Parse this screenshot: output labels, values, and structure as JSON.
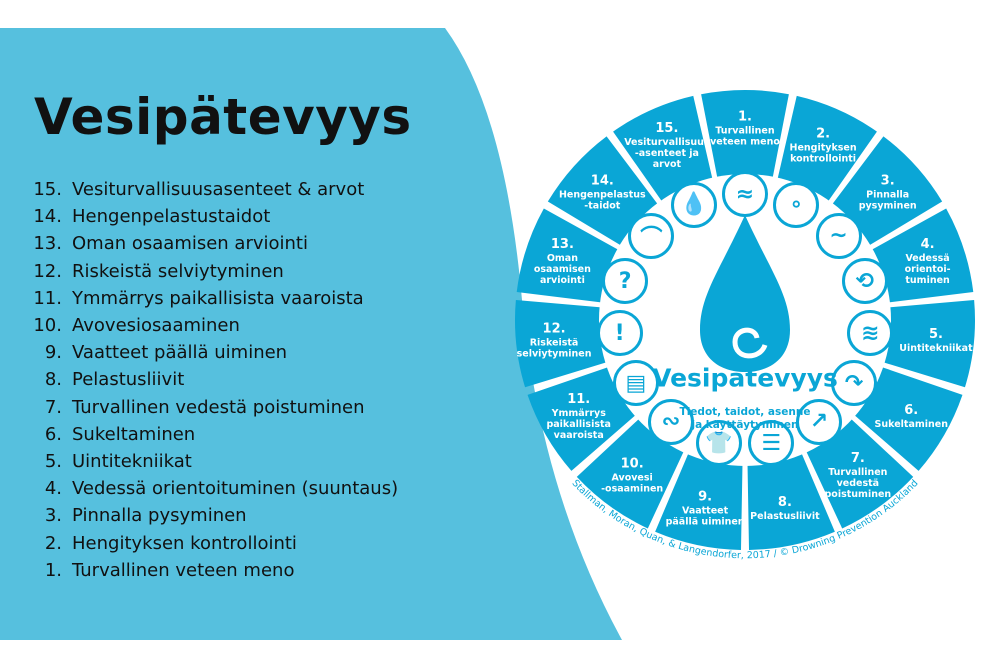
{
  "colors": {
    "panel": "#56c0de",
    "wheel": "#0aa6d6",
    "text": "#111111"
  },
  "slide": {
    "title": "Vesipätevyys",
    "items": [
      {
        "num": "15.",
        "text": "Vesiturvallisuusasenteet & arvot"
      },
      {
        "num": "14.",
        "text": "Hengenpelastustaidot"
      },
      {
        "num": "13.",
        "text": "Oman osaamisen arviointi"
      },
      {
        "num": "12.",
        "text": "Riskeistä selviytyminen"
      },
      {
        "num": "11.",
        "text": "Ymmärrys paikallisista vaaroista"
      },
      {
        "num": "10.",
        "text": "Avovesiosaaminen"
      },
      {
        "num": "9.",
        "text": "Vaatteet päällä uiminen"
      },
      {
        "num": "8.",
        "text": "Pelastusliivit"
      },
      {
        "num": "7.",
        "text": "Turvallinen vedestä poistuminen"
      },
      {
        "num": "6.",
        "text": "Sukeltaminen"
      },
      {
        "num": "5.",
        "text": "Uintitekniikat"
      },
      {
        "num": "4.",
        "text": "Vedessä orientoituminen (suuntaus)"
      },
      {
        "num": "3.",
        "text": "Pinnalla pysyminen"
      },
      {
        "num": "2.",
        "text": "Hengityksen kontrollointi"
      },
      {
        "num": "1.",
        "text": "Turvallinen veteen meno"
      }
    ]
  },
  "wheel": {
    "title": "Vesipätevyys",
    "subtitle": "Tiedot, taidot, asenne\nja käyttäytyminen",
    "citation": "Stallman, Moran, Quan, & Langendorfer, 2017 / © Drowning Prevention Auckland",
    "segments": [
      {
        "num": "1.",
        "label": "Turvallinen\nveteen meno",
        "icon": "splash-icon",
        "glyph": "≈"
      },
      {
        "num": "2.",
        "label": "Hengityksen\nkontrollointi",
        "icon": "bubbles-icon",
        "glyph": "∘"
      },
      {
        "num": "3.",
        "label": "Pinnalla\npysyminen",
        "icon": "water-surface-icon",
        "glyph": "∼"
      },
      {
        "num": "4.",
        "label": "Vedessä\norientoi-\ntuminen",
        "icon": "orientation-icon",
        "glyph": "⟲"
      },
      {
        "num": "5.",
        "label": "Uintitekniikat",
        "icon": "swimmer-icon",
        "glyph": "≋"
      },
      {
        "num": "6.",
        "label": "Sukeltaminen",
        "icon": "dive-icon",
        "glyph": "↷"
      },
      {
        "num": "7.",
        "label": "Turvallinen\nvedestä\npoistuminen",
        "icon": "exit-water-icon",
        "glyph": "↗"
      },
      {
        "num": "8.",
        "label": "Pelastusliivit",
        "icon": "life-jacket-icon",
        "glyph": "☰"
      },
      {
        "num": "9.",
        "label": "Vaatteet\npäällä uiminen",
        "icon": "shirt-icon",
        "glyph": "👕"
      },
      {
        "num": "10.",
        "label": "Avovesi\n-osaaminen",
        "icon": "waves-icon",
        "glyph": "∾"
      },
      {
        "num": "11.",
        "label": "Ymmärrys\npaikallisista\nvaaroista",
        "icon": "clipboard-icon",
        "glyph": "▤"
      },
      {
        "num": "12.",
        "label": "Riskeistä\nselviytyminen",
        "icon": "alert-icon",
        "glyph": "!"
      },
      {
        "num": "13.",
        "label": "Oman\nosaamisen\narviointi",
        "icon": "question-icon",
        "glyph": "?"
      },
      {
        "num": "14.",
        "label": "Hengenpelastus\n-taidot",
        "icon": "rescue-icon",
        "glyph": "⌒"
      },
      {
        "num": "15.",
        "label": "Vesiturvallisuus\n-asenteet ja\narvot",
        "icon": "water-drop-icon",
        "glyph": "💧"
      }
    ]
  }
}
